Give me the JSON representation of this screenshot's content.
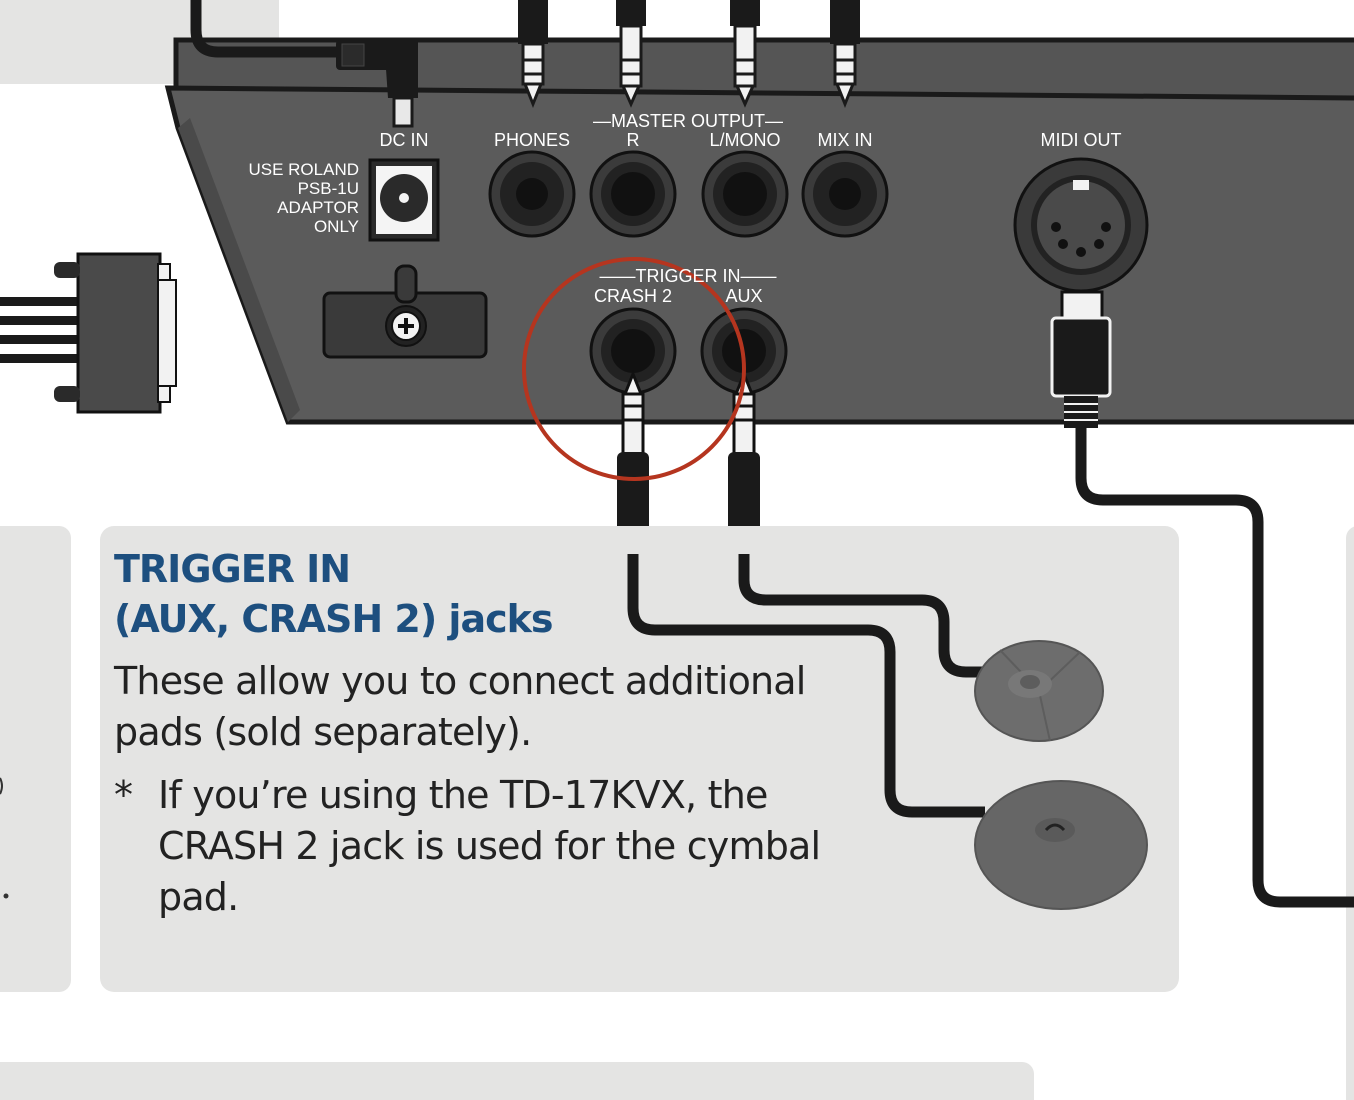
{
  "panel_labels": {
    "dc_in": "DC IN",
    "adaptor_line1": "USE ROLAND",
    "adaptor_line2": "PSB-1U",
    "adaptor_line3": "ADAPTOR",
    "adaptor_line4": "ONLY",
    "phones": "PHONES",
    "master_output": "—MASTER OUTPUT—",
    "r": "R",
    "l_mono": "L/MONO",
    "mix_in": "MIX IN",
    "midi_out": "MIDI OUT",
    "trigger_in": "——TRIGGER IN——",
    "crash2": "CRASH 2",
    "aux": "AUX"
  },
  "callout": {
    "title_line1": "TRIGGER IN",
    "title_line2": "(AUX, CRASH 2) jacks",
    "body": "These allow you to connect additional pads (sold separately).",
    "note_marker": "*",
    "note": "If you’re using the TD-17KVX, the CRASH 2 jack is used for the cymbal pad."
  },
  "colors": {
    "panel": "#5b5b5b",
    "title_blue": "#1d4f7f",
    "highlight_circle": "#b5351f",
    "callout_bg": "#e4e4e3"
  }
}
